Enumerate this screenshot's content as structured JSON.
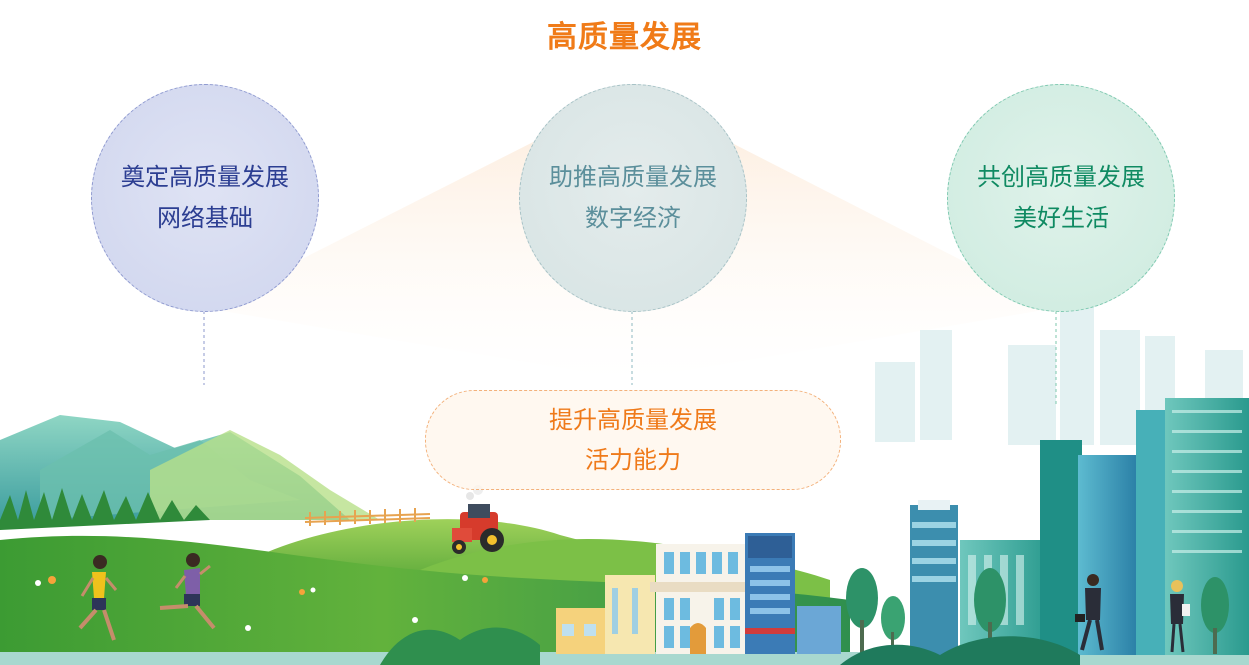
{
  "title": "高质量发展",
  "circles": [
    {
      "line1": "奠定高质量发展",
      "line2": "网络基础",
      "color": "#2c3e92"
    },
    {
      "line1": "助推高质量发展",
      "line2": "数字经济",
      "color": "#5b8f9b"
    },
    {
      "line1": "共创高质量发展",
      "line2": "美好生活",
      "color": "#0f8a62"
    }
  ],
  "center_box": {
    "line1": "提升高质量发展",
    "line2": "活力能力",
    "color": "#ef7a1a"
  },
  "title_color": "#f07b18",
  "icons": [
    "mountain-range",
    "runner-woman",
    "runner-man",
    "red-tractor",
    "wooden-fence",
    "city-skyline",
    "businessman",
    "businesswoman",
    "trees"
  ]
}
